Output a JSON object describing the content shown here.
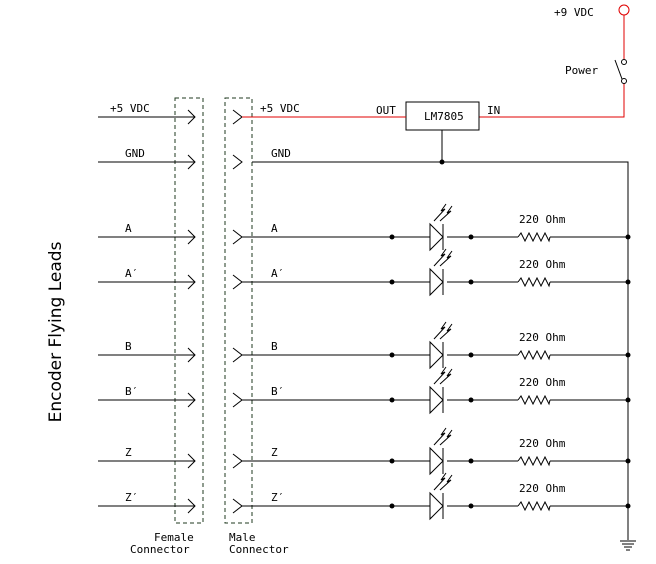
{
  "title": "Encoder Flying Leads",
  "connectors": {
    "female": [
      "Female",
      "Connector"
    ],
    "male": [
      "Male",
      "Connector"
    ]
  },
  "power": {
    "supply_label": "+9 VDC",
    "switch_label": "Power",
    "regulator": "LM7805",
    "out_label": "OUT",
    "in_label": "IN"
  },
  "rails": [
    {
      "label": "+5 VDC",
      "color": "#e00000"
    },
    {
      "label": "GND",
      "color": "#000000"
    }
  ],
  "channels": [
    {
      "label": "A",
      "resistor": "220 Ohm"
    },
    {
      "label": "A′",
      "resistor": "220 Ohm"
    },
    {
      "label": "B",
      "resistor": "220 Ohm"
    },
    {
      "label": "B′",
      "resistor": "220 Ohm"
    },
    {
      "label": "Z",
      "resistor": "220 Ohm"
    },
    {
      "label": "Z′",
      "resistor": "220 Ohm"
    }
  ],
  "colors": {
    "wire": "#000000",
    "power_wire": "#e00000",
    "connector_outline": "#1f3a1f"
  }
}
